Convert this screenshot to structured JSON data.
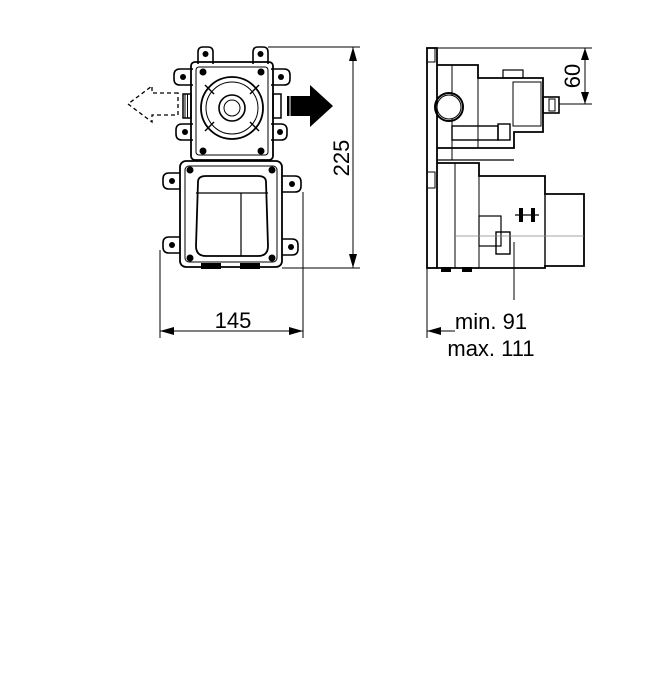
{
  "dimensions": {
    "width": "145",
    "height": "225",
    "top_depth": "60",
    "depth_min": "min. 91",
    "depth_max": "max. 111"
  },
  "colors": {
    "line": "#000000",
    "light_line": "#888888",
    "arrow_fill": "#000000",
    "background": "#ffffff"
  },
  "icons": {
    "flow_out": "solid-right-arrow-icon",
    "flow_alt": "dashed-left-arrow-icon"
  }
}
